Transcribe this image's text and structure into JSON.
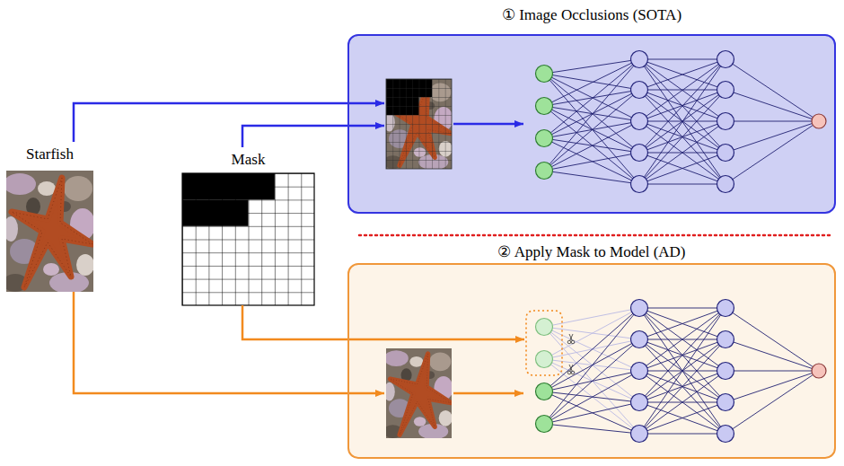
{
  "diagram": {
    "nodes": [
      {
        "text": [
          "Starfish"
        ]
      },
      {
        "text": [
          "Mask"
        ]
      },
      {
        "text": [
          "① Image Occlusions (SOTA)"
        ]
      },
      {
        "text": [
          "② Apply Mask to Model (AD)"
        ]
      }
    ],
    "edges": [
      {
        "from": 0,
        "to": 2,
        "arrow": "to"
      },
      {
        "from": 1,
        "to": 2,
        "arrow": "to"
      },
      {
        "from": 1,
        "to": 3,
        "arrow": "to"
      },
      {
        "from": 0,
        "to": 3,
        "arrow": "to"
      }
    ]
  }
}
